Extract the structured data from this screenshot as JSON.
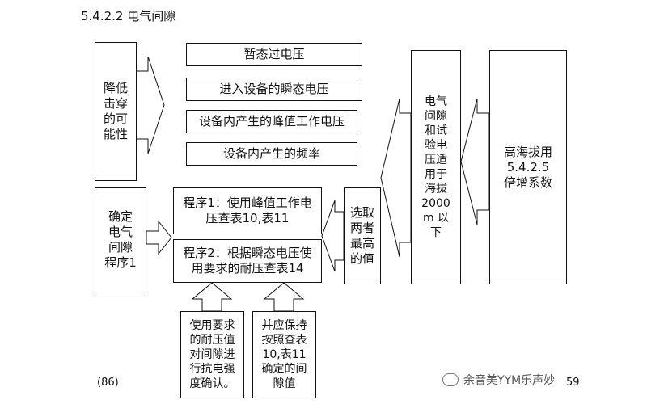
{
  "title": "5.4.2.2 电气间隙",
  "reduce_box": "降低\n击穿\n的可\n能性",
  "factors": [
    "暂态过电压",
    "进入设备的瞬态电压",
    "设备内产生的峰值工作电压",
    "设备内产生的频率"
  ],
  "altitude_box": "高海拔用\n5.4.2.5\n倍增系数",
  "applicable_box": "电气\n间隙\n和试\n验电\n压适\n用于\n海拔\n2000\nm 以\n下",
  "procedure_label": "确定\n电气\n间隙\n程序1",
  "procedure1": "程序1：使用峰值工作电压查表10,表11",
  "procedure2": "程序2：根据瞬态电压使用要求的耐压查表14",
  "select_max": "选取\n两者\n最高\n的值",
  "note_left": "使用要求\n的耐压值\n对间隙进\n行抗电强\n度确认。",
  "note_right": "并应保持\n按照查表\n10,表11\n确定的间\n隙值",
  "footer_left": "(86)",
  "watermark": "余音美YYM乐声妙",
  "page_number": "59",
  "colors": {
    "line": "#111111",
    "background": "#ffffff"
  }
}
